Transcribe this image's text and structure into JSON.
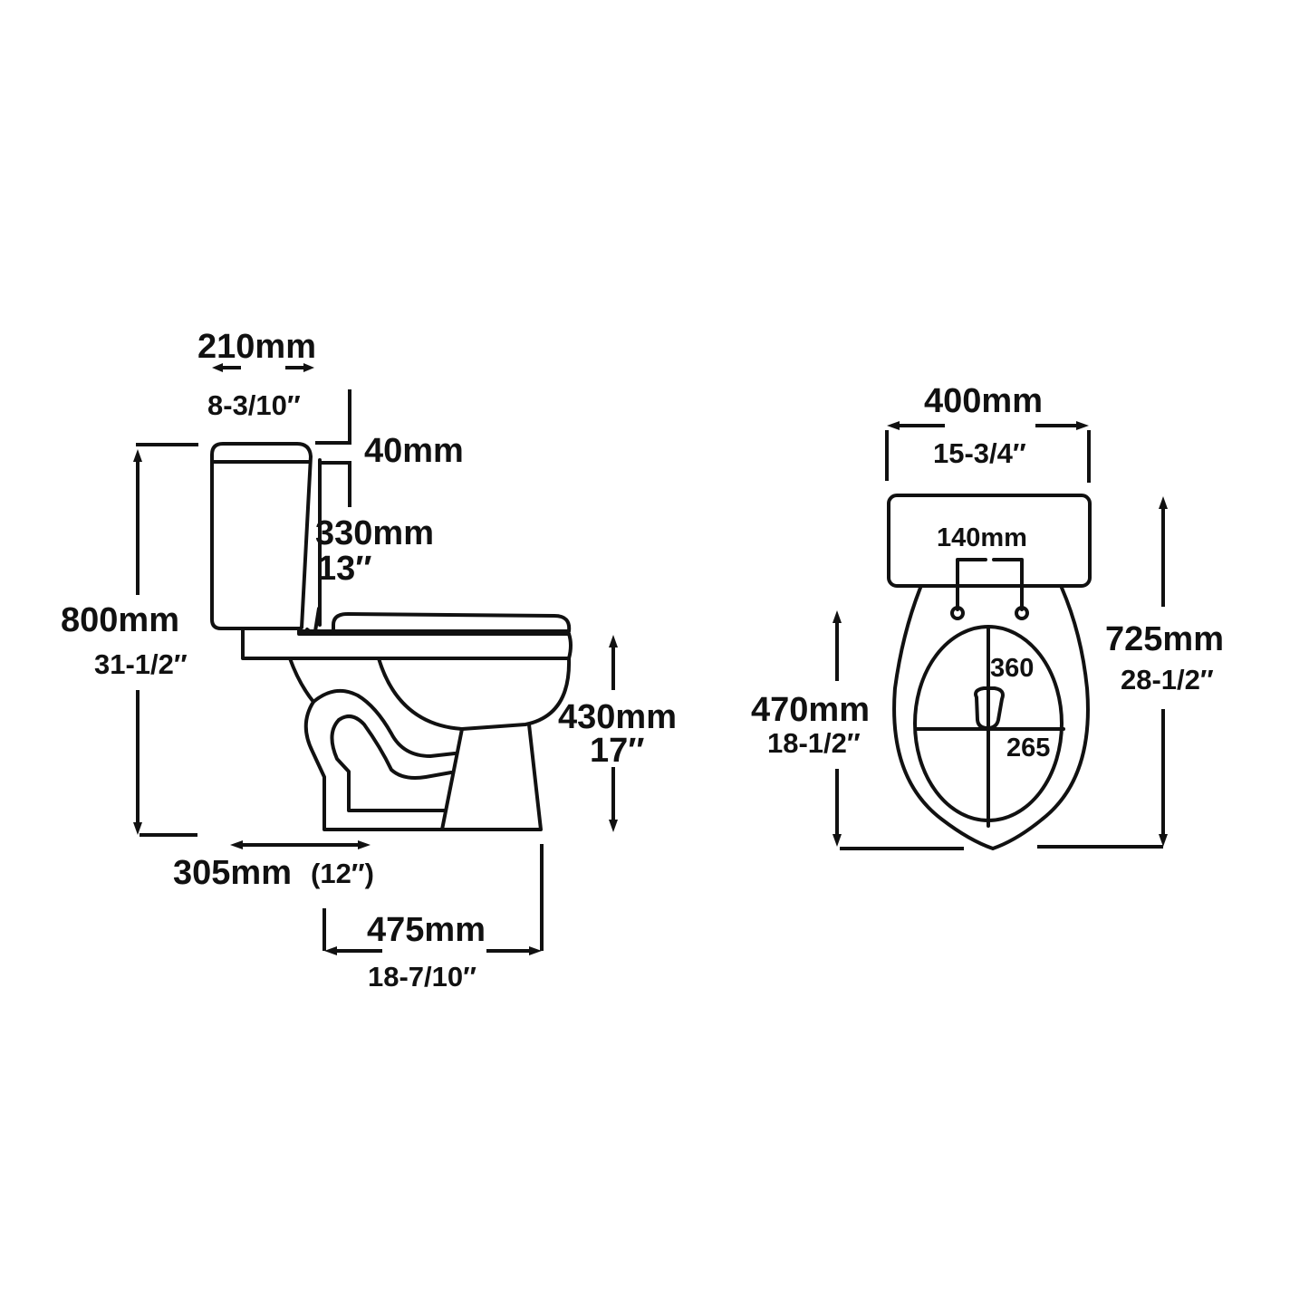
{
  "diagram": {
    "title": "Two-piece toilet dimension drawing",
    "colors": {
      "line": "#111111",
      "background": "#ffffff"
    },
    "side_view": {
      "name": "side-elevation",
      "dimensions": {
        "tank_depth": {
          "mm": "210mm",
          "inch": "8-3/10″"
        },
        "tank_gap": {
          "mm": "40mm"
        },
        "tank_to_wall": {
          "mm": "330mm",
          "inch": "13″"
        },
        "total_height": {
          "mm": "800mm",
          "inch": "31-1/2″"
        },
        "seat_height": {
          "mm": "430mm",
          "inch": "17″"
        },
        "rough_in": {
          "mm": "305mm",
          "paren": "(12″)"
        },
        "base_length": {
          "mm": "475mm",
          "inch": "18-7/10″"
        }
      }
    },
    "top_view": {
      "name": "top-plan",
      "dimensions": {
        "width": {
          "mm": "400mm",
          "inch": "15-3/4″"
        },
        "bolt_spacing": {
          "mm": "140mm"
        },
        "bowl_length": {
          "mm": "470mm",
          "inch": "18-1/2″"
        },
        "total_length": {
          "mm": "725mm",
          "inch": "28-1/2″"
        },
        "opening_length": {
          "value": "360"
        },
        "opening_width": {
          "value": "265"
        }
      }
    }
  }
}
